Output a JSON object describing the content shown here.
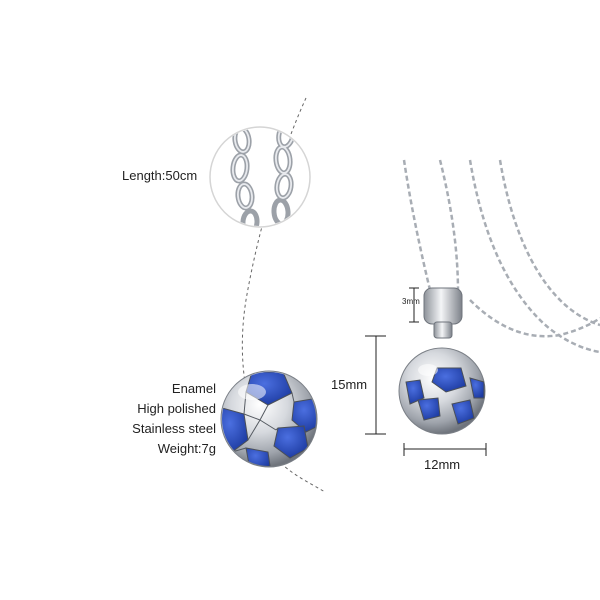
{
  "details": {
    "length": "Length:50cm",
    "specs": [
      "Enamel",
      "High polished",
      "Stainless steel",
      "Weight:7g"
    ]
  },
  "dimensions": {
    "height": "15mm",
    "width": "12mm",
    "bail": "3mm"
  },
  "colors": {
    "enamel_blue": "#2447b8",
    "steel": "#c9ccd2",
    "background": "#ffffff"
  }
}
